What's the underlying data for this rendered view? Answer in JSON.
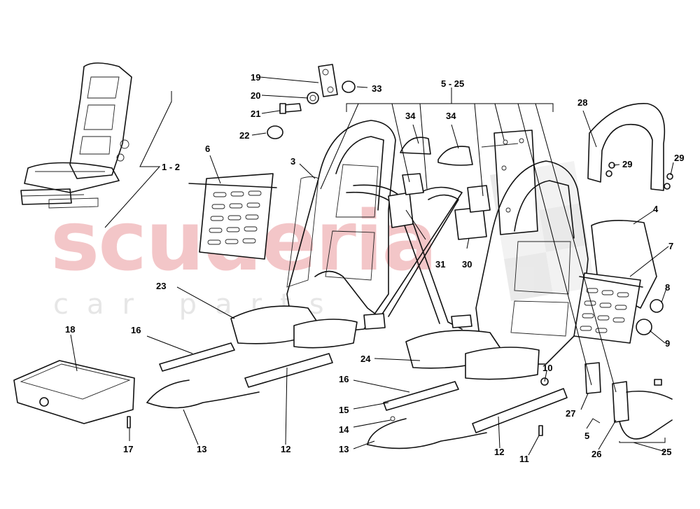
{
  "watermark": {
    "brand": "scuderia",
    "sub": "car parts"
  },
  "labels": {
    "l1_2": "1 - 2",
    "l3": "3",
    "l4": "4",
    "l5_25": "5 - 25",
    "l5": "5",
    "l6": "6",
    "l7": "7",
    "l8": "8",
    "l9": "9",
    "l10": "10",
    "l11": "11",
    "l12a": "12",
    "l12b": "12",
    "l13a": "13",
    "l13b": "13",
    "l14": "14",
    "l15": "15",
    "l16a": "16",
    "l16b": "16",
    "l17": "17",
    "l18": "18",
    "l19": "19",
    "l20": "20",
    "l21": "21",
    "l22": "22",
    "l23": "23",
    "l24": "24",
    "l25": "25",
    "l26": "26",
    "l27": "27",
    "l28": "28",
    "l29a": "29",
    "l29b": "29",
    "l30": "30",
    "l31": "31",
    "l33": "33",
    "l34a": "34",
    "l34b": "34"
  }
}
